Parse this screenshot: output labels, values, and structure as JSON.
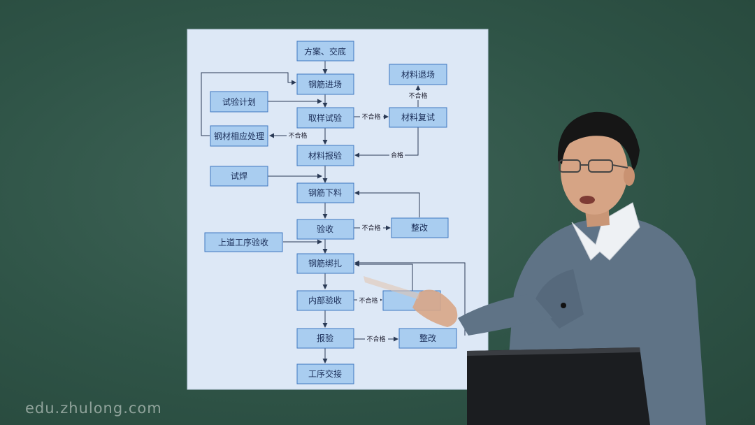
{
  "watermark": "edu.zhulong.com",
  "flowchart": {
    "boxes": {
      "plan": "方案、交底",
      "rebar_in": "钢筋进场",
      "test_plan": "试验计划",
      "sampling": "取样试验",
      "material_retest": "材料复试",
      "material_return": "材料退场",
      "rebar_process": "钢材相应处理",
      "material_check": "材料报验",
      "trial_weld": "试焊",
      "rebar_cut": "钢筋下料",
      "accept": "验收",
      "rectify_1": "整改",
      "prev_accept": "上道工序验收",
      "rebar_bind": "钢筋绑扎",
      "internal_accept": "内部验收",
      "report_check": "报验",
      "rectify_3": "整改",
      "handover": "工序交接"
    },
    "edges": {
      "fail": "不合格",
      "pass": "合格"
    }
  },
  "colors": {
    "board": "#dbe7f5",
    "box_fill": "#a9cdf0",
    "box_border": "#3f78c0",
    "arrow": "#2a3a55",
    "suit": "#5f7386",
    "shirt": "#e9ecf0",
    "skin": "#d9a98a",
    "podium": "#1a1c1f"
  }
}
